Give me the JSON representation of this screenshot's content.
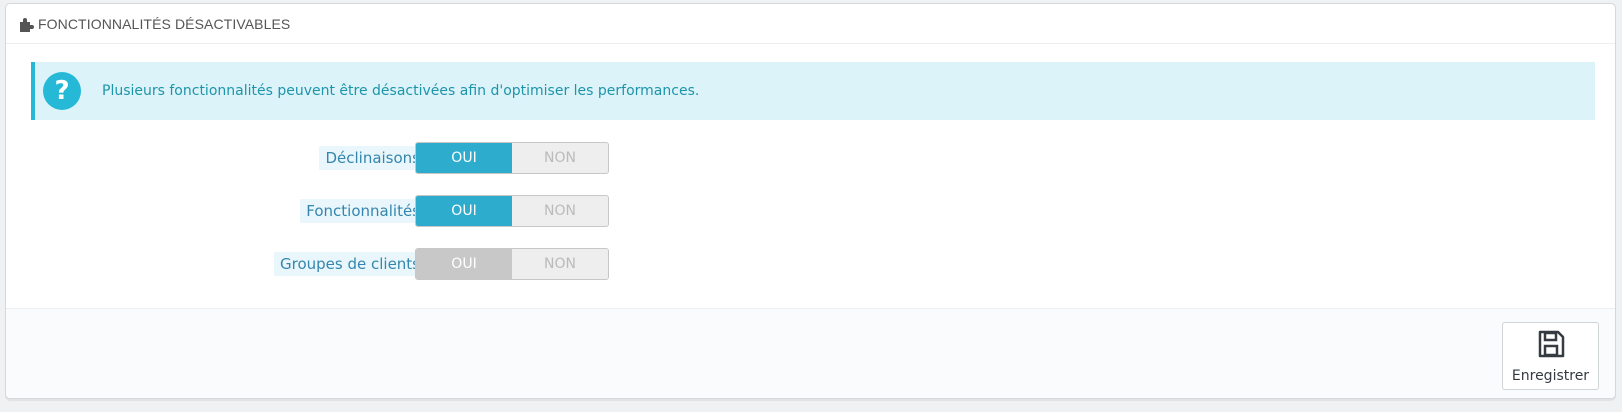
{
  "panel": {
    "title": "FONCTIONNALITÉS DÉSACTIVABLES",
    "title_icon": "puzzle-icon"
  },
  "alert": {
    "icon": "question-circle-icon",
    "icon_glyph": "?",
    "text": "Plusieurs fonctionnalités peuvent être désactivées afin d'optimiser les performances."
  },
  "settings": [
    {
      "label": "Déclinaisons",
      "yes": "OUI",
      "no": "NON",
      "value": "OUI",
      "enabled": true
    },
    {
      "label": "Fonctionnalités",
      "yes": "OUI",
      "no": "NON",
      "value": "OUI",
      "enabled": true
    },
    {
      "label": "Groupes de clients",
      "yes": "OUI",
      "no": "NON",
      "value": "OUI",
      "enabled": false
    }
  ],
  "footer": {
    "save_label": "Enregistrer",
    "save_icon": "floppy-disk-icon"
  },
  "colors": {
    "accent": "#25b9d7",
    "switch_active": "#2eacce",
    "alert_bg": "#dcf4f9",
    "label_bg": "#e9f6fb"
  }
}
